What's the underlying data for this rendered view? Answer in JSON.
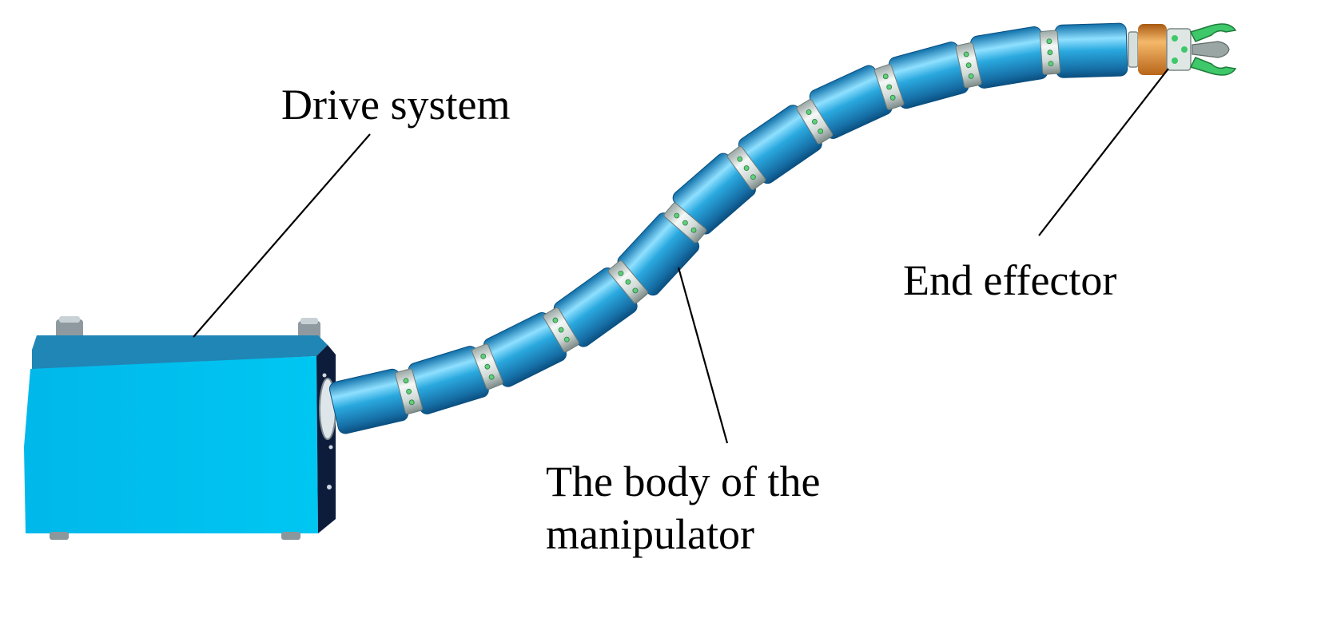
{
  "labels": {
    "drive_system": "Drive system",
    "end_effector": "End effector",
    "body_line1": "The body of the",
    "body_line2": "manipulator"
  },
  "colors": {
    "housing_front": "#00c2f0",
    "housing_top": "#1a86b8",
    "housing_side": "#0c1a3a",
    "segment": "#1e9bd2",
    "segment_highlight": "#9fe6ff",
    "joint": "#e6eee8",
    "joint_accent": "#5fd07a",
    "effector_ring": "#e08a2a",
    "effector_grip": "#3ec86a",
    "leader_line": "#000000"
  }
}
